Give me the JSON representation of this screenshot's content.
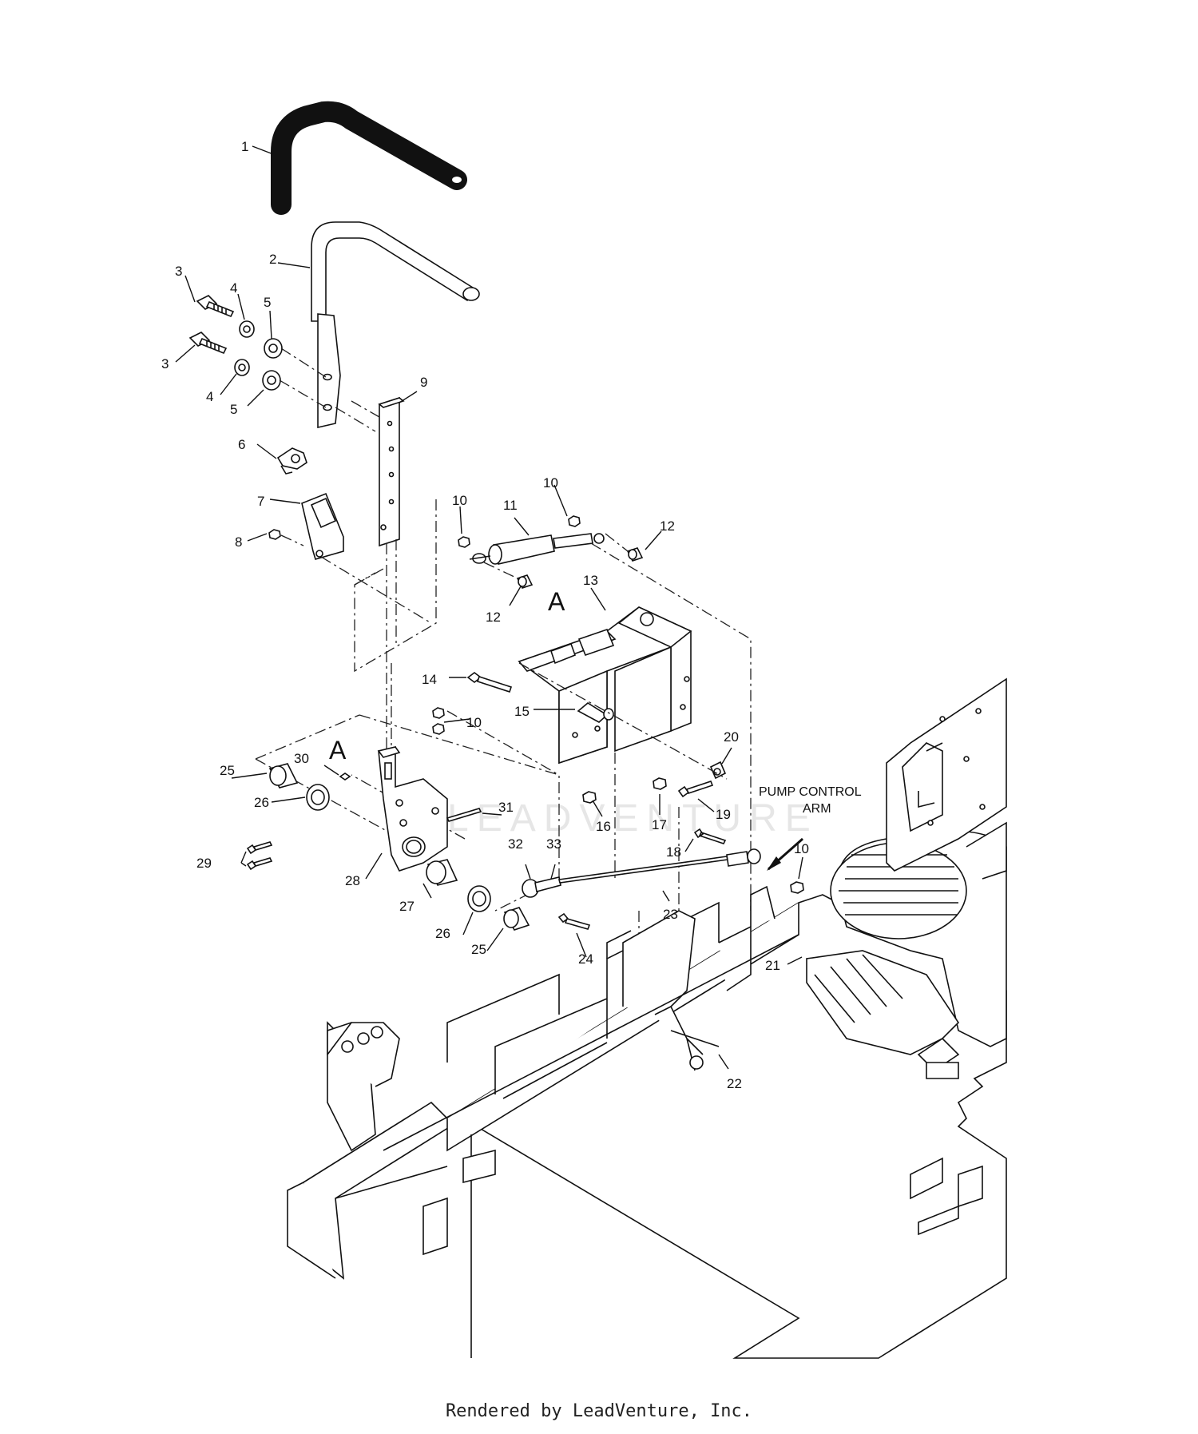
{
  "diagram": {
    "callouts": [
      {
        "n": "1"
      },
      {
        "n": "2"
      },
      {
        "n": "3"
      },
      {
        "n": "3"
      },
      {
        "n": "4"
      },
      {
        "n": "4"
      },
      {
        "n": "5"
      },
      {
        "n": "5"
      },
      {
        "n": "6"
      },
      {
        "n": "7"
      },
      {
        "n": "8"
      },
      {
        "n": "9"
      },
      {
        "n": "10"
      },
      {
        "n": "10"
      },
      {
        "n": "10"
      },
      {
        "n": "10"
      },
      {
        "n": "11"
      },
      {
        "n": "12"
      },
      {
        "n": "12"
      },
      {
        "n": "13"
      },
      {
        "n": "14"
      },
      {
        "n": "15"
      },
      {
        "n": "16"
      },
      {
        "n": "17"
      },
      {
        "n": "18"
      },
      {
        "n": "19"
      },
      {
        "n": "20"
      },
      {
        "n": "21"
      },
      {
        "n": "22"
      },
      {
        "n": "23"
      },
      {
        "n": "24"
      },
      {
        "n": "25"
      },
      {
        "n": "25"
      },
      {
        "n": "26"
      },
      {
        "n": "26"
      },
      {
        "n": "27"
      },
      {
        "n": "28"
      },
      {
        "n": "29"
      },
      {
        "n": "30"
      },
      {
        "n": "31"
      },
      {
        "n": "32"
      },
      {
        "n": "33"
      }
    ],
    "detail_marker": "A",
    "pump_note_line1": "PUMP CONTROL",
    "pump_note_line2": "ARM",
    "watermark": "LEADVENTURE"
  },
  "footer": "Rendered by LeadVenture, Inc."
}
